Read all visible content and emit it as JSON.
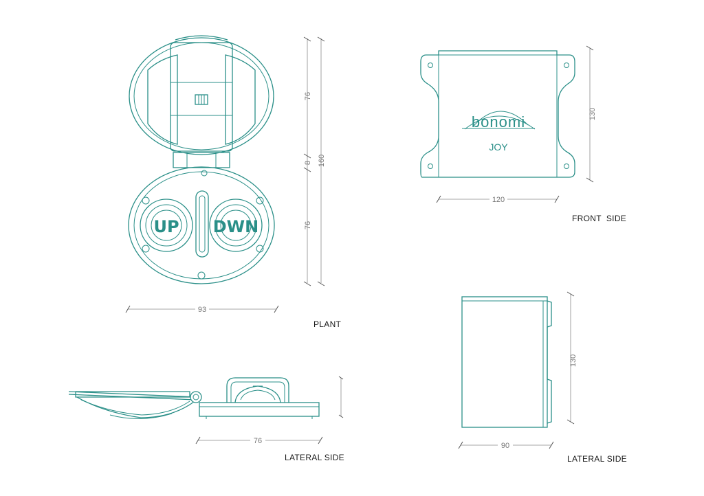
{
  "labels": {
    "plant": "PLANT",
    "front_side": "FRONT  SIDE",
    "lateral_side_left": "LATERAL SIDE",
    "lateral_side_right": "LATERAL SIDE"
  },
  "buttons": {
    "up": "UP",
    "down": "DWN"
  },
  "brand": {
    "logo": "bonomi",
    "model": "JOY"
  },
  "dimensions": {
    "plant_upper": "76",
    "plant_gap": "8",
    "plant_lower": "76",
    "plant_total": "160",
    "plant_width": "93",
    "front_height": "130",
    "front_width": "120",
    "lateral_width": "76",
    "lateral2_height": "130",
    "lateral2_width": "90"
  },
  "colors": {
    "line": "#2a8f88",
    "dimension": "#8a8a8a",
    "label": "#1a1a1a"
  }
}
